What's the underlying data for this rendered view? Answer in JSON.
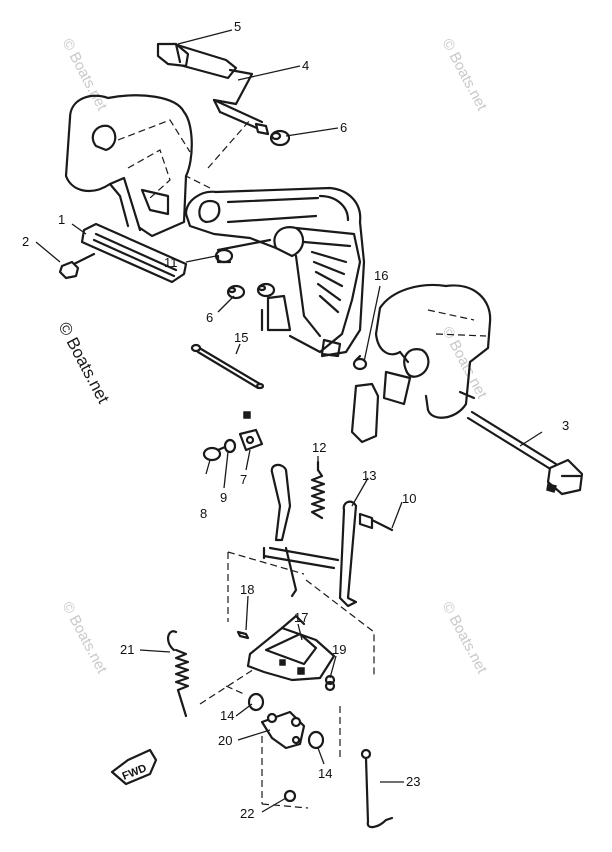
{
  "callouts": {
    "c1": "1",
    "c2": "2",
    "c3": "3",
    "c4": "4",
    "c5": "5",
    "c6a": "6",
    "c6b": "6",
    "c7": "7",
    "c8": "8",
    "c9": "9",
    "c10": "10",
    "c11": "11",
    "c12": "12",
    "c13": "13",
    "c14a": "14",
    "c14b": "14",
    "c15": "15",
    "c16": "16",
    "c17": "17",
    "c18": "18",
    "c19": "19",
    "c20": "20",
    "c21": "21",
    "c22": "22",
    "c23": "23"
  },
  "watermark": {
    "main": "© Boats.net",
    "tile": "© Boats.net"
  },
  "fwd_label": "FWD",
  "colors": {
    "ink": "#1a1a1a",
    "watermark": "#c9c9c9",
    "background": "#ffffff"
  }
}
